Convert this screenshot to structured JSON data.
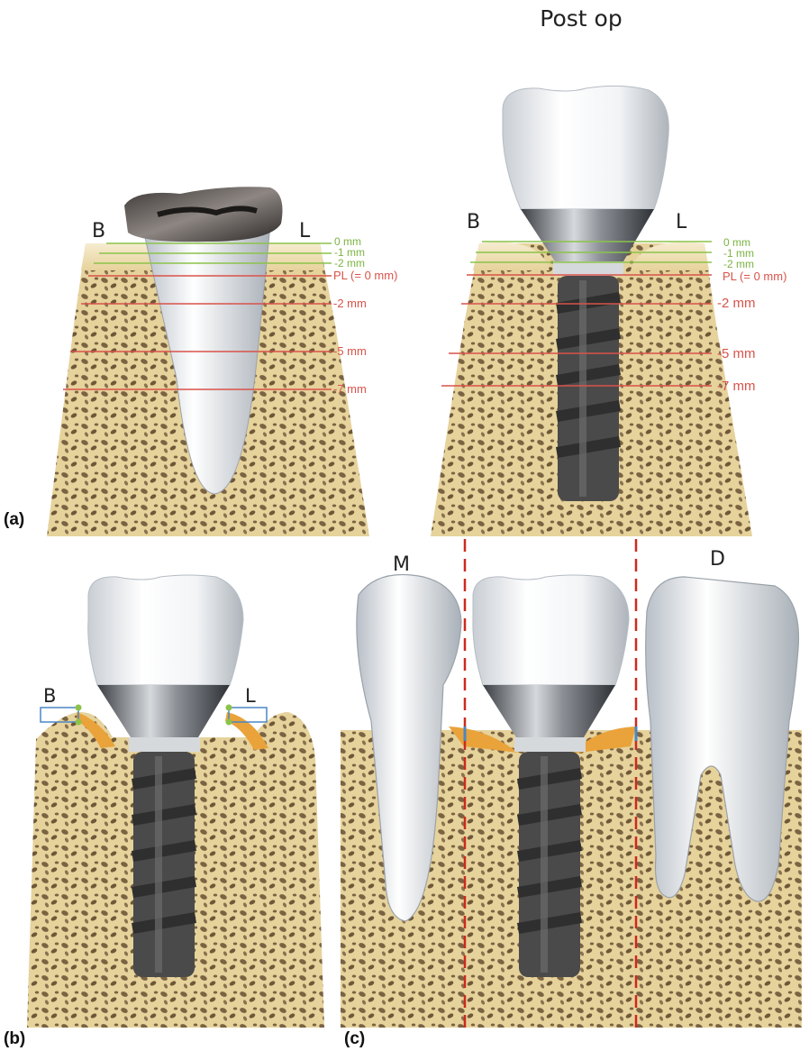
{
  "header": {
    "title": "Post op"
  },
  "panels": {
    "a": "(a)",
    "b": "(b)",
    "c": "(c)"
  },
  "sides": {
    "buccal": "B",
    "lingual": "L",
    "mesial": "M",
    "distal": "D"
  },
  "levels": {
    "zero": "0 mm",
    "minus1": "-1 mm",
    "minus2_green": "-2 mm",
    "pl": "PL (= 0 mm)",
    "minus2": "-2 mm",
    "minus5": "-5 mm",
    "minus7": "-7 mm"
  },
  "colors": {
    "bone": "#e6d29b",
    "bone_dark": "#b9a070",
    "gum": "#f3e6c0",
    "soft_tissue": "#e9a33a",
    "implant": "#4a4a4a",
    "crown": "#f4f6f8",
    "green_line": "#8bc34a",
    "red_line": "#d9534a",
    "dashed_line": "#cc2a1f"
  }
}
